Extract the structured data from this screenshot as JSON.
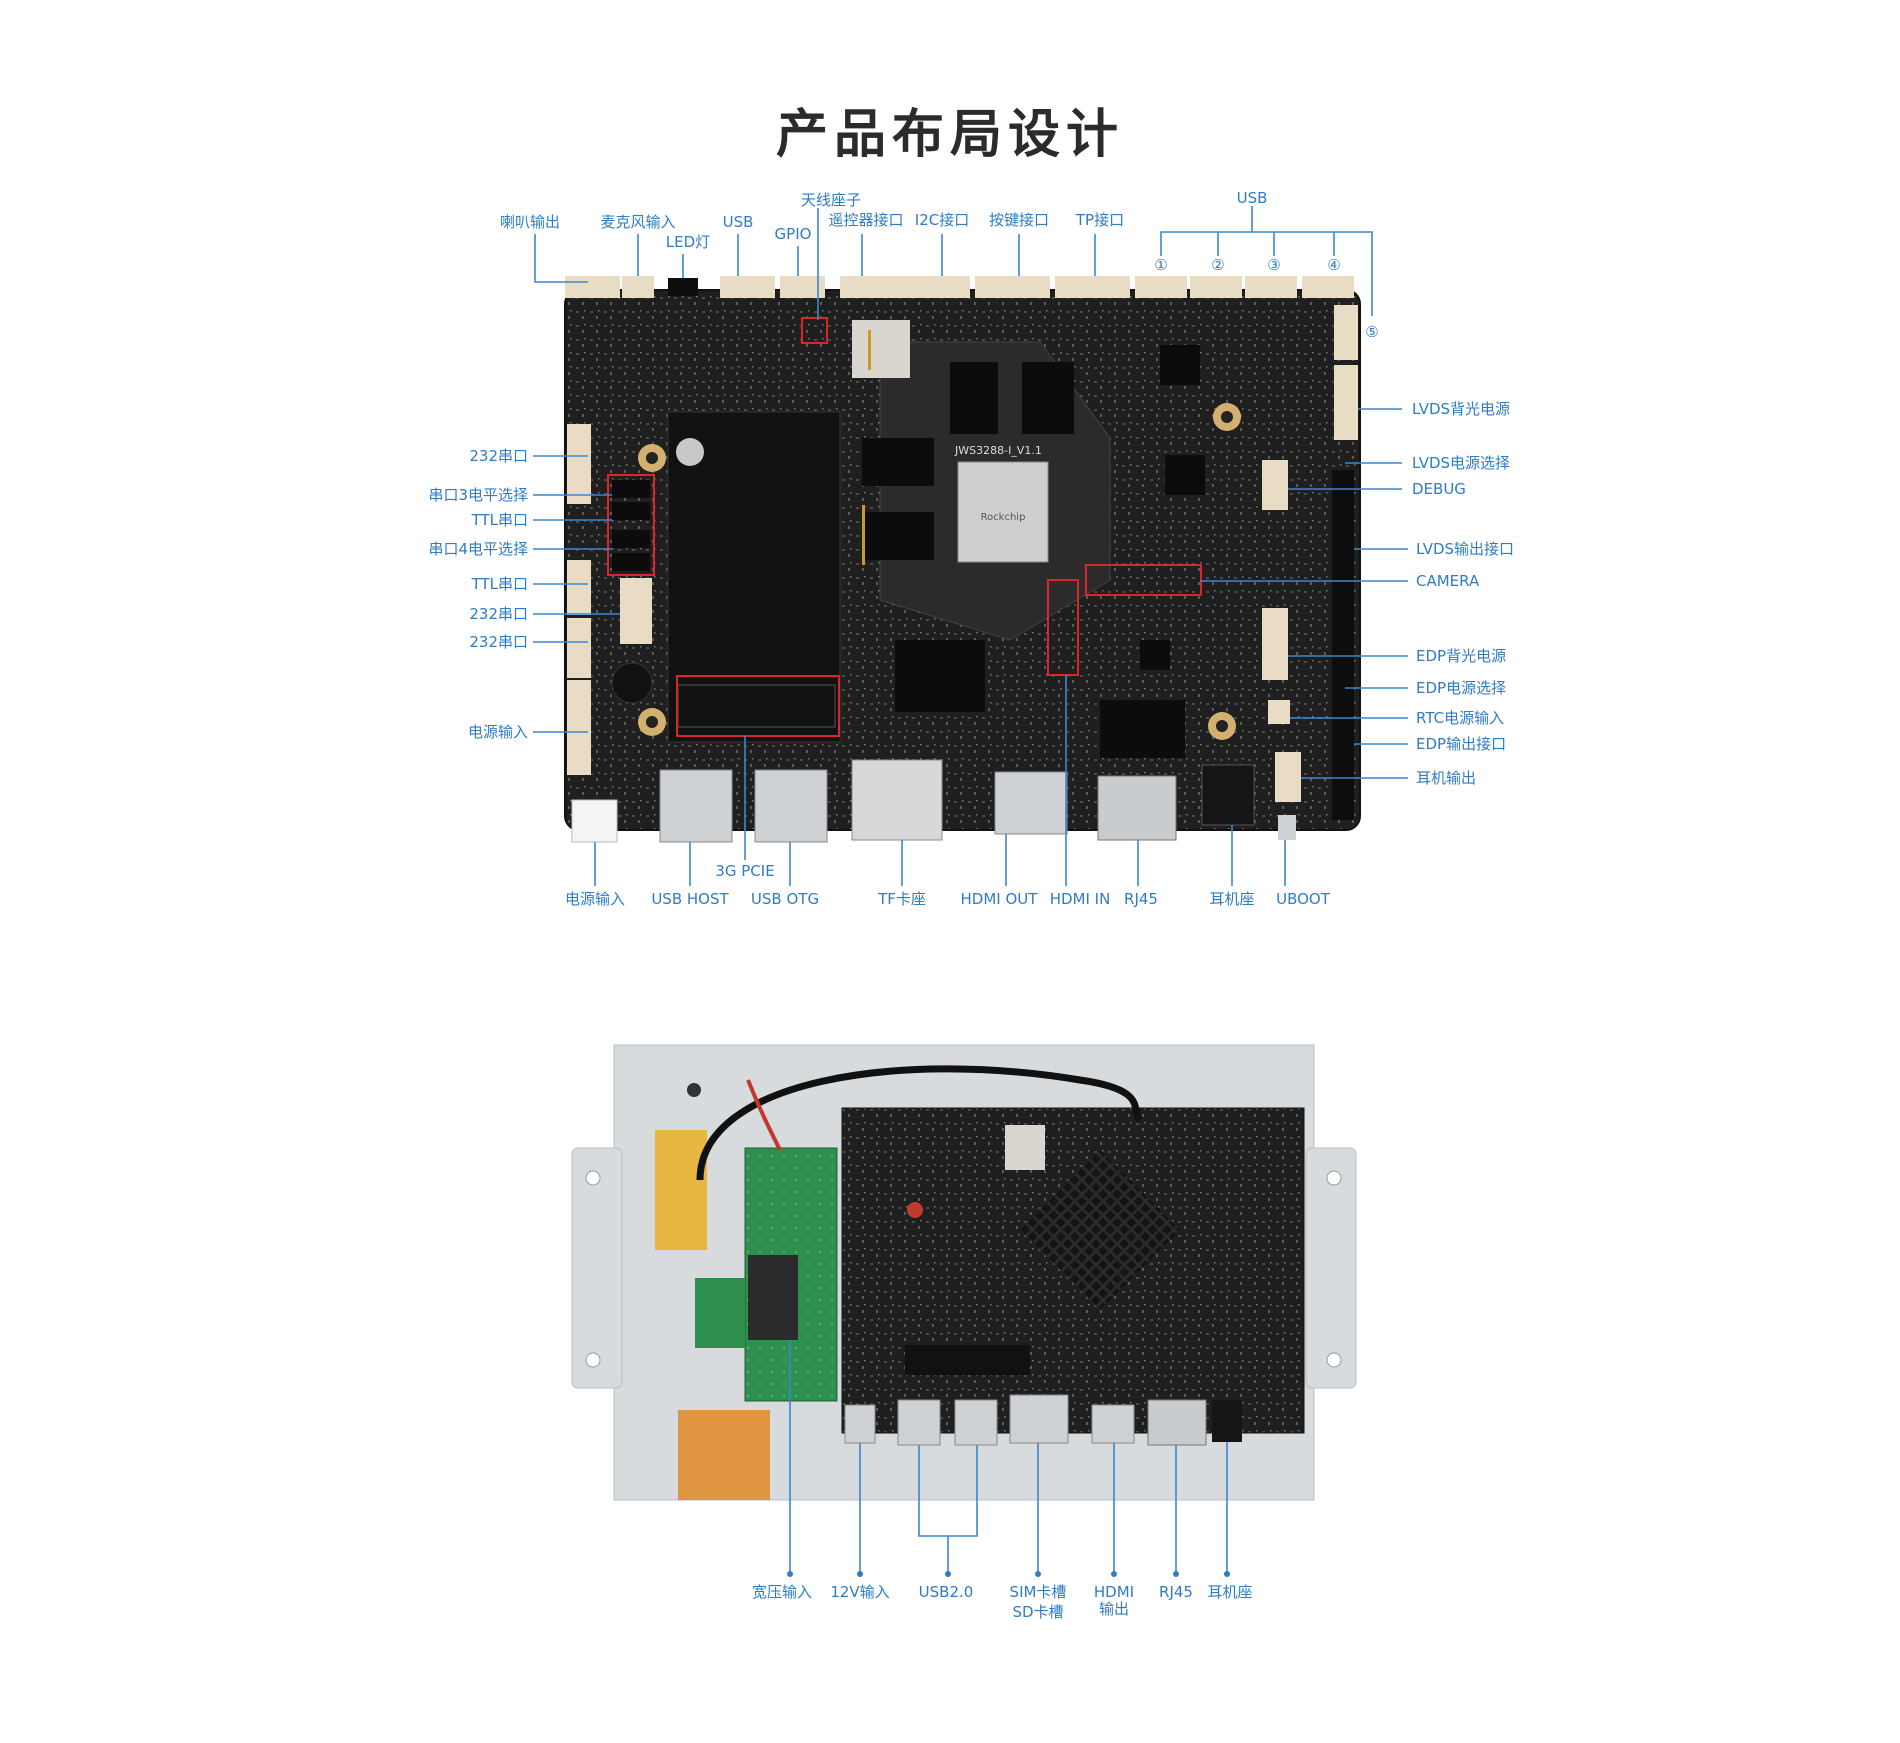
{
  "title": "产品布局设计",
  "board1": {
    "board_label": "JWS3288-I_V1.1",
    "top_labels": {
      "speaker": "喇叭输出",
      "mic": "麦克风输入",
      "led": "LED灯",
      "usb": "USB",
      "gpio": "GPIO",
      "antenna": "天线座子",
      "remote": "遥控器接口",
      "i2c": "I2C接口",
      "key": "按键接口",
      "tp": "TP接口",
      "usb_group": "USB",
      "usb_n1": "①",
      "usb_n2": "②",
      "usb_n3": "③",
      "usb_n4": "④",
      "usb_n5": "⑤"
    },
    "left_labels": {
      "r232_1": "232串口",
      "uart3_sel": "串口3电平选择",
      "ttl_1": "TTL串口",
      "uart4_sel": "串口4电平选择",
      "ttl_2": "TTL串口",
      "r232_2": "232串口",
      "r232_3": "232串口",
      "power_in": "电源输入"
    },
    "right_labels": {
      "lvds_bl": "LVDS背光电源",
      "lvds_sel": "LVDS电源选择",
      "debug": "DEBUG",
      "lvds_out": "LVDS输出接口",
      "camera": "CAMERA",
      "edp_bl": "EDP背光电源",
      "edp_sel": "EDP电源选择",
      "rtc": "RTC电源输入",
      "edp_out": "EDP输出接口",
      "earphone": "耳机输出"
    },
    "bottom_labels": {
      "power_in": "电源输入",
      "usb_host": "USB HOST",
      "pcie": "3G PCIE",
      "usb_otg": "USB OTG",
      "tf": "TF卡座",
      "hdmi_out": "HDMI OUT",
      "hdmi_in": "HDMI IN",
      "rj45": "RJ45",
      "earjack": "耳机座",
      "uboot": "UBOOT"
    }
  },
  "board2": {
    "labels": {
      "wide_v": "宽压输入",
      "v12": "12V输入",
      "usb2": "USB2.0",
      "sim": "SIM卡槽",
      "sd": "SD卡槽",
      "hdmi": "HDMI",
      "hdmi_out": "输出",
      "rj45": "RJ45",
      "earjack": "耳机座"
    }
  },
  "colors": {
    "label": "#2f7cc6",
    "leader": "#3d86cf",
    "pcb": "#1e1e1e",
    "connector": "#e9dcc4",
    "highlight": "#d8272c",
    "bracket": "#d8dbde",
    "green_pcb": "#2e8f4e"
  }
}
